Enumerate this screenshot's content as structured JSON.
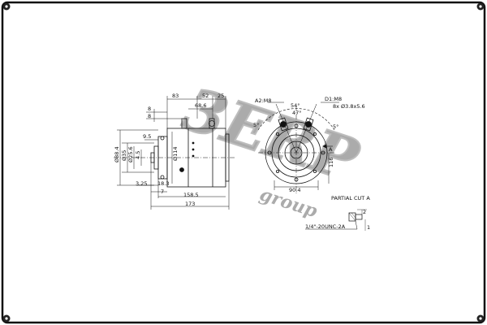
{
  "drawing": {
    "side_view": {
      "dims_top": [
        "83",
        "52",
        "25"
      ],
      "dim_68": "68.6",
      "dims_left_small": [
        "8",
        "8"
      ],
      "dim_95": "9.5",
      "diameters": [
        "Ø88.4",
        "Ø35",
        "Ø25.6",
        "4.5"
      ],
      "dim_phi114": "Ø114",
      "dim_325": "3.25",
      "dim_183": "18.3",
      "dim_7": "7",
      "dim_1585": "158.5",
      "dim_173": "173"
    },
    "end_view": {
      "a2_label": "A2:M8",
      "d1_label": "D1:M8",
      "angle_54": "54°",
      "angle_47": "47°",
      "hole_label": "8x Ø3.8x5.6",
      "angle_5_left": "5°",
      "angle_5_right": "5°",
      "section_a": "A",
      "dim_116": "116",
      "dim_904": "90.4"
    },
    "partial_cut": {
      "title": "PARTIAL CUT A",
      "thread": "1/4\"-20UNC-2A",
      "small_dim_top": "2",
      "small_dim_side": "1"
    },
    "watermark": {
      "text": "3ERP",
      "sub": "group"
    }
  }
}
